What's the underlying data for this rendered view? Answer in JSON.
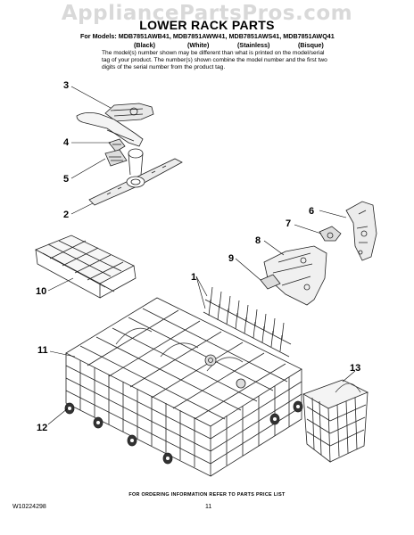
{
  "watermark": "AppliancePartsPros.com",
  "title": "LOWER RACK PARTS",
  "models_line": "For Models: MDB7851AWB41, MDB7851AWW41, MDB7851AWS41, MDB7851AWQ41",
  "colors": [
    "(Black)",
    "(White)",
    "(Stainless)",
    "(Bisque)"
  ],
  "note": "The model(s) number shown may be different than what is printed on the model/serial tag of your product. The number(s) shown combine the model number and the first two digits of the serial number from the product tag.",
  "callouts": [
    "3",
    "4",
    "5",
    "2",
    "6",
    "7",
    "8",
    "9",
    "10",
    "1",
    "11",
    "12",
    "13"
  ],
  "footer": {
    "ordering": "FOR ORDERING INFORMATION REFER TO PARTS PRICE LIST",
    "doc_number": "W10224298",
    "page": "11"
  }
}
